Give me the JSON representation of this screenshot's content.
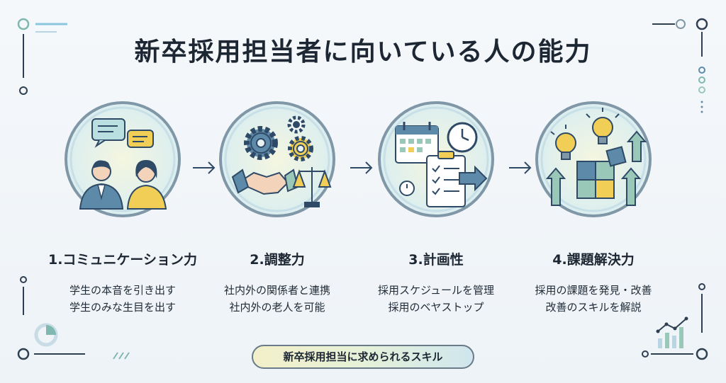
{
  "title": "新卒採用担当者に向いている人の能力",
  "steps": [
    {
      "title": "1.コミュニケーション力",
      "lines": [
        "学生の本音を引き出す",
        "学生のみな生目を出す"
      ],
      "icon": "conversation-icon"
    },
    {
      "title": "2.調整力",
      "lines": [
        "社内外の関係者と連携",
        "社内外の老人を可能"
      ],
      "icon": "gears-handshake-scale-icon"
    },
    {
      "title": "3.計画性",
      "lines": [
        "採用スケジュールを管理",
        "採用のベヤストップ"
      ],
      "icon": "calendar-checklist-icon"
    },
    {
      "title": "4.課題解決力",
      "lines": [
        "採用の課題を発見・改善",
        "改善のスキルを解説"
      ],
      "icon": "lightbulb-puzzle-icon"
    }
  ],
  "footer": "新卒採用担当に求められるスキル",
  "colors": {
    "ring": "#7f97a6",
    "teal": "#78c0b8",
    "yellow": "#f1cf57",
    "navy": "#2f4a66"
  }
}
